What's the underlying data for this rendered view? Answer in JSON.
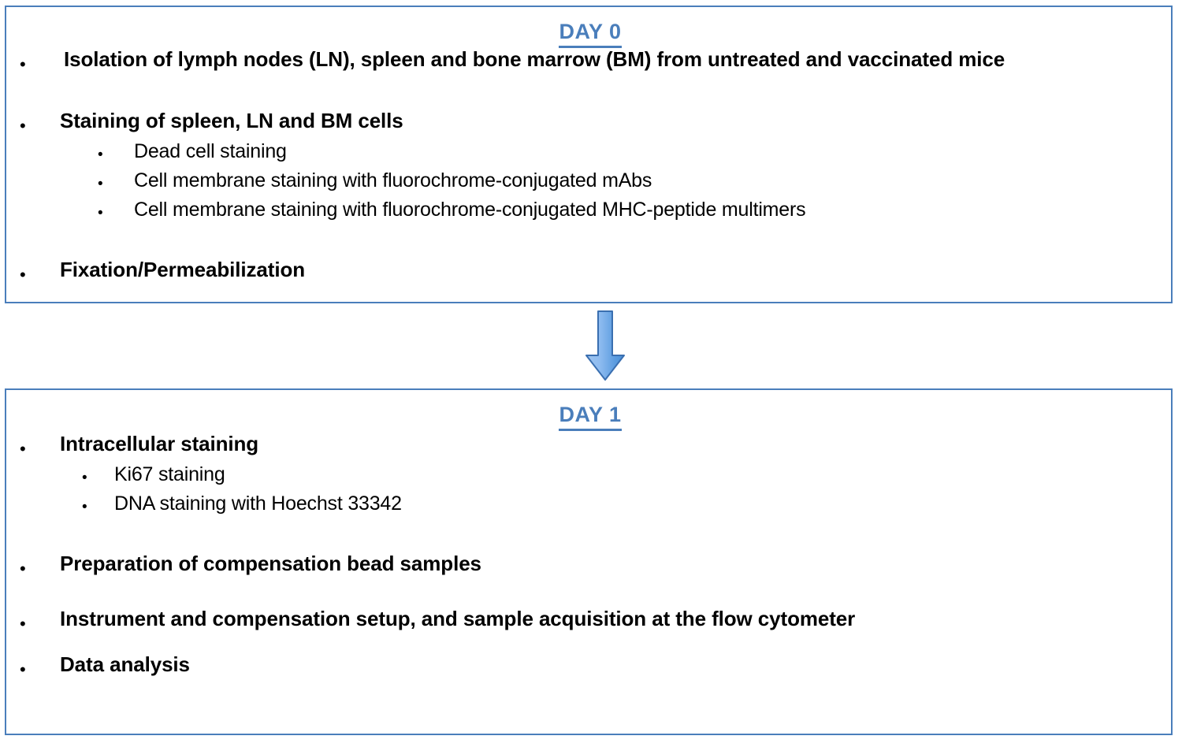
{
  "diagram": {
    "type": "two-step-protocol-flowchart",
    "accent_color": "#4a7ebb",
    "border_color": "#4a7ebb",
    "background_color": "#ffffff",
    "text_color": "#000000",
    "connector": {
      "icon": "down-arrow-icon",
      "direction": "down",
      "fill_top": "#a8c8ee",
      "fill_bottom": "#4a8ed6",
      "stroke": "#3a6fb0"
    }
  },
  "day0": {
    "title": "DAY 0",
    "bullet_marker": "•",
    "items": [
      {
        "level": 1,
        "text": "Isolation of lymph nodes (LN), spleen and bone marrow (BM) from untreated and vaccinated mice"
      },
      {
        "level": 1,
        "text": "Staining of spleen, LN and BM cells"
      },
      {
        "level": 2,
        "text": "Dead cell staining"
      },
      {
        "level": 2,
        "text": "Cell membrane staining with fluorochrome-conjugated mAbs"
      },
      {
        "level": 2,
        "text": "Cell membrane staining with fluorochrome-conjugated MHC-peptide multimers"
      },
      {
        "level": 1,
        "text": "Fixation/Permeabilization"
      }
    ]
  },
  "day1": {
    "title": "DAY 1",
    "bullet_marker": "•",
    "items": [
      {
        "level": 1,
        "text": "Intracellular staining"
      },
      {
        "level": 2,
        "text": "Ki67 staining"
      },
      {
        "level": 2,
        "text": "DNA staining with Hoechst 33342"
      },
      {
        "level": 1,
        "text": "Preparation of compensation bead samples"
      },
      {
        "level": 1,
        "text": "Instrument and compensation setup, and sample acquisition at the flow cytometer"
      },
      {
        "level": 1,
        "text": "Data analysis"
      }
    ]
  }
}
